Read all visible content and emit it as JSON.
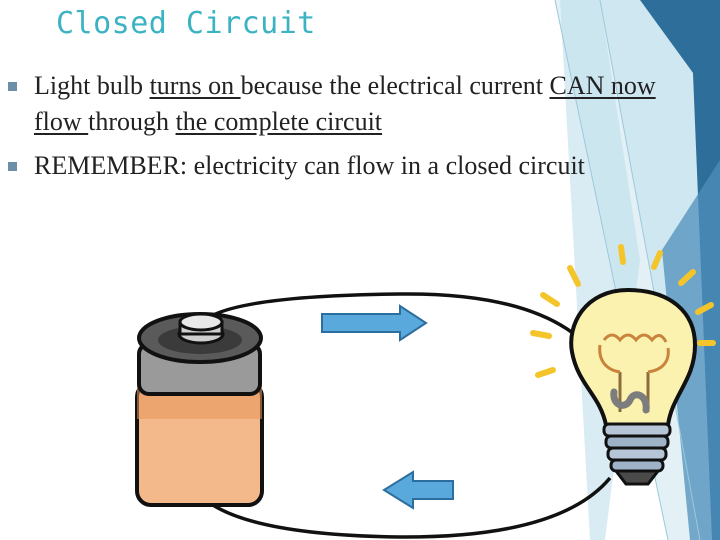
{
  "slide": {
    "title": "Closed Circuit",
    "bullets": [
      {
        "parts": [
          {
            "text": "Light bulb ",
            "underline": false
          },
          {
            "text": "turns on ",
            "underline": true
          },
          {
            "text": "because the electrical current ",
            "underline": false
          },
          {
            "text": "CAN now flow ",
            "underline": true
          },
          {
            "text": "through ",
            "underline": false
          },
          {
            "text": "the complete circuit",
            "underline": true
          }
        ]
      },
      {
        "parts": [
          {
            "text": "REMEMBER: electricity can flow in a closed circuit",
            "underline": false
          }
        ]
      }
    ]
  },
  "illustration": {
    "items": [
      "battery-icon",
      "light-bulb-icon",
      "arrow-right-icon",
      "arrow-left-icon",
      "circuit-wire"
    ]
  },
  "colors": {
    "title": "#3bb3c3",
    "bullet_marker": "#6b8fa8",
    "decor_dark": "#2d6e9a",
    "decor_light": "#b9dcea",
    "arrow_fill": "#5aa9dc",
    "battery_body": "#f4b98a",
    "battery_top": "#4a4a4a",
    "bulb_glass": "#fbf2b0",
    "bulb_rays": "#f4c52b",
    "bulb_base": "#9fb3c8",
    "wire": "#111111"
  }
}
